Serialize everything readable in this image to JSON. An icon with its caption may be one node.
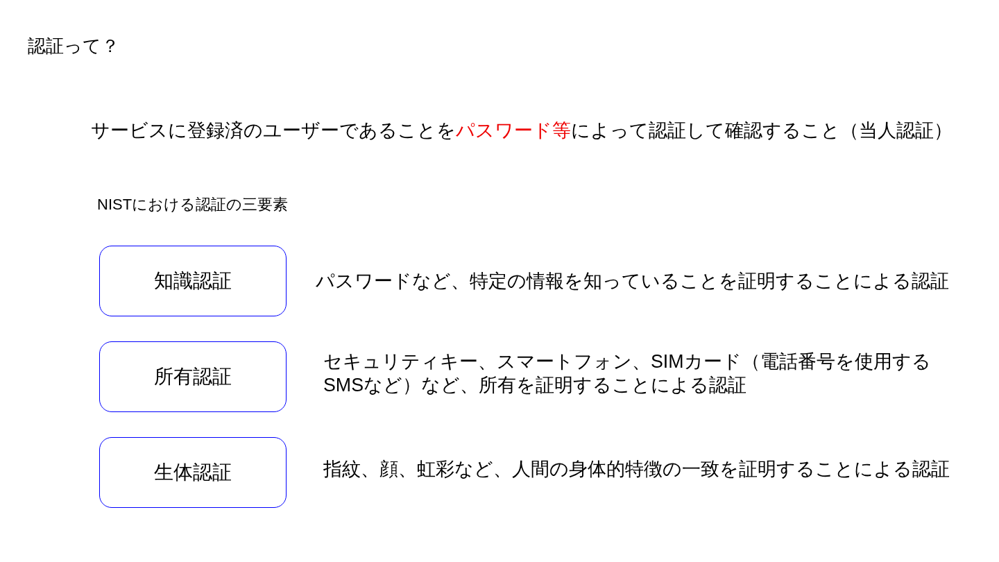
{
  "diagram": {
    "title": "認証って？",
    "nodes": [
      {
        "text": [
          "知識認証"
        ],
        "beside": [
          "パスワードなど、特定の情報を知っていることを証明することによる認証"
        ]
      },
      {
        "text": [
          "所有認証"
        ],
        "beside": [
          "セキュリティキー、スマートフォン、SIMカード（電話番号を使用するSMSなど）など、所有を証明することによる認証"
        ]
      },
      {
        "text": [
          "生体認証"
        ],
        "beside": [
          "指紋、顔、虹彩など、人間の身体的特徴の一致を証明することによる認証"
        ]
      }
    ],
    "labels": [
      "サービスに登録済のユーザーであることを",
      "パスワード等",
      "によって認証して確認すること（当人認証）",
      "NISTにおける認証の三要素"
    ]
  }
}
